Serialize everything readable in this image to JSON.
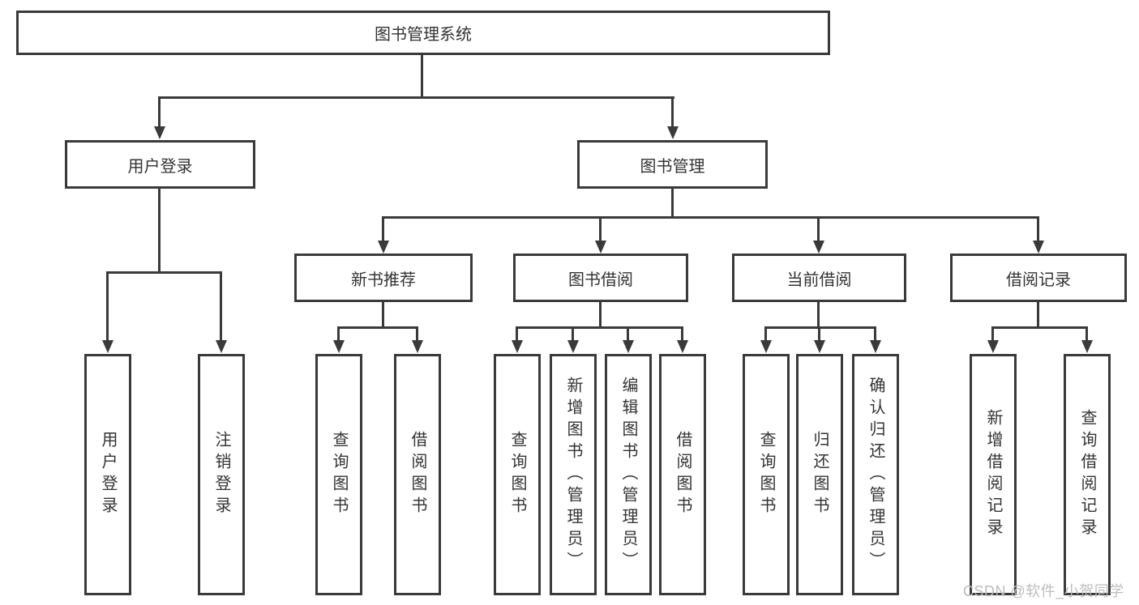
{
  "nodes": {
    "root": "图书管理系统",
    "user_login": "用户登录",
    "book_management": "图书管理",
    "new_book_recommend": "新书推荐",
    "book_borrow": "图书借阅",
    "current_borrow": "当前借阅",
    "borrow_record": "借阅记录",
    "leaf_user_login": "用户登录",
    "leaf_logout": "注销登录",
    "recommend_query_books": "查询图书",
    "recommend_borrow_books": "借阅图书",
    "borrow_query_books": "查询图书",
    "borrow_add_books_admin": "新增图书（管理员）",
    "borrow_edit_books_admin": "编辑图书（管理员）",
    "borrow_borrow_books": "借阅图书",
    "current_query_books": "查询图书",
    "current_return_books": "归还图书",
    "current_confirm_return_admin": "确认归还（管理员）",
    "record_add_record": "新增借阅记录",
    "record_query_record": "查询借阅记录"
  },
  "watermark": "CSDN @软件_小贺同学",
  "colors": {
    "line": "#3a3a3a",
    "text": "#333333",
    "background": "#ffffff",
    "watermark": "#bdbdbd"
  }
}
